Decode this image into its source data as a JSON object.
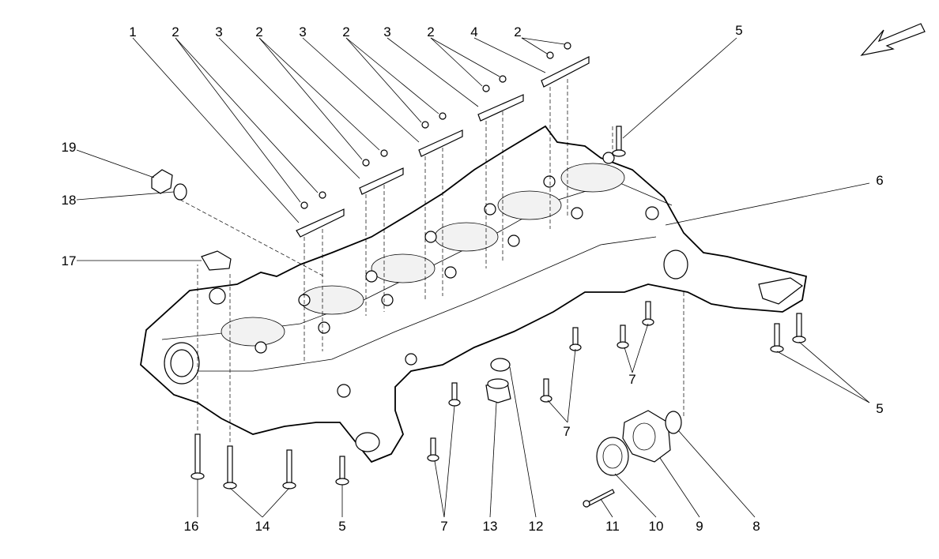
{
  "diagram": {
    "callouts": [
      "1",
      "2",
      "3",
      "2",
      "3",
      "2",
      "3",
      "2",
      "4",
      "2",
      "5",
      "6",
      "19",
      "18",
      "17",
      "5",
      "7",
      "7",
      "7",
      "16",
      "14",
      "5",
      "7",
      "13",
      "12",
      "11",
      "10",
      "9",
      "8"
    ]
  },
  "icons": {
    "orientation": "direction-arrow-icon"
  }
}
